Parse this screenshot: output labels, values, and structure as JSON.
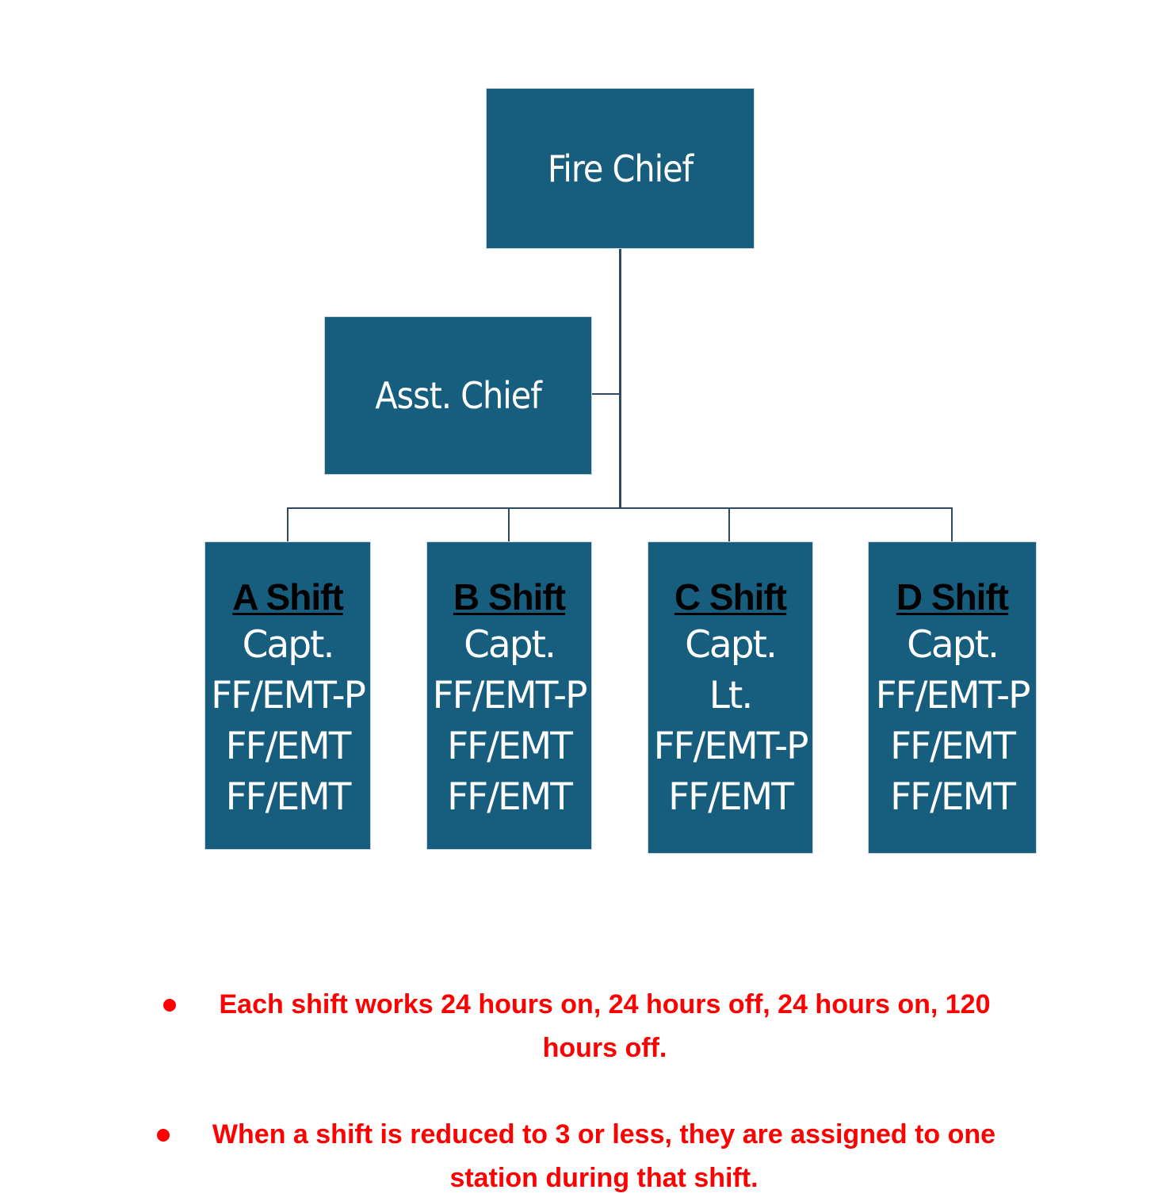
{
  "chart": {
    "chief": "Fire Chief",
    "asst": "Asst. Chief",
    "shifts": [
      {
        "name": "A Shift",
        "roles": [
          "Capt.",
          "FF/EMT-P",
          "FF/EMT",
          "FF/EMT"
        ]
      },
      {
        "name": "B Shift",
        "roles": [
          "Capt.",
          "FF/EMT-P",
          "FF/EMT",
          "FF/EMT"
        ]
      },
      {
        "name": "C Shift",
        "roles": [
          "Capt.",
          "Lt.",
          "FF/EMT-P",
          "FF/EMT"
        ]
      },
      {
        "name": "D Shift",
        "roles": [
          "Capt.",
          "FF/EMT-P",
          "FF/EMT",
          "FF/EMT"
        ]
      }
    ]
  },
  "notes": [
    {
      "line1": "Each shift works 24 hours on, 24 hours off, 24 hours on, 120",
      "line2": "hours off."
    },
    {
      "line1": "When a shift is reduced to 3 or less, they are assigned to one",
      "line2": "station during that shift."
    }
  ],
  "colors": {
    "box": "#175d7e",
    "box_text": "#ffffff",
    "shift_title": "#000000",
    "connector": "#2e4a5c",
    "notes": "#ff0000"
  }
}
